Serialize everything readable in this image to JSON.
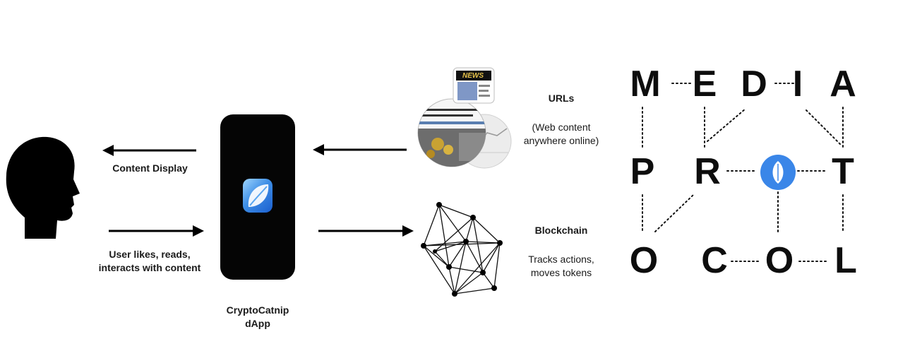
{
  "labels": {
    "content_display": "Content Display",
    "user_action_line1": "User likes, reads,",
    "user_action_line2": "interacts with content",
    "dapp_line1": "CryptoCatnip",
    "dapp_line2": "dApp",
    "urls_title": "URLs",
    "urls_desc_line1": "(Web content",
    "urls_desc_line2": "anywhere online)",
    "blockchain_title": "Blockchain",
    "blockchain_desc_line1": "Tracks actions,",
    "blockchain_desc_line2": "moves tokens",
    "news_badge": "NEWS"
  },
  "logo_letters": {
    "r1": [
      "M",
      "E",
      "D",
      "I",
      "A"
    ],
    "r2": [
      "P",
      "R",
      "T"
    ],
    "r3": [
      "O",
      "C",
      "O",
      "L"
    ]
  },
  "colors": {
    "accent_blue": "#3a86e8",
    "ink": "#0d0d0d"
  },
  "icons": {
    "user": "head-silhouette-icon",
    "app": "leaf-app-icon",
    "network": "blockchain-network-icon",
    "logo_center": "leaf-circle-icon"
  }
}
